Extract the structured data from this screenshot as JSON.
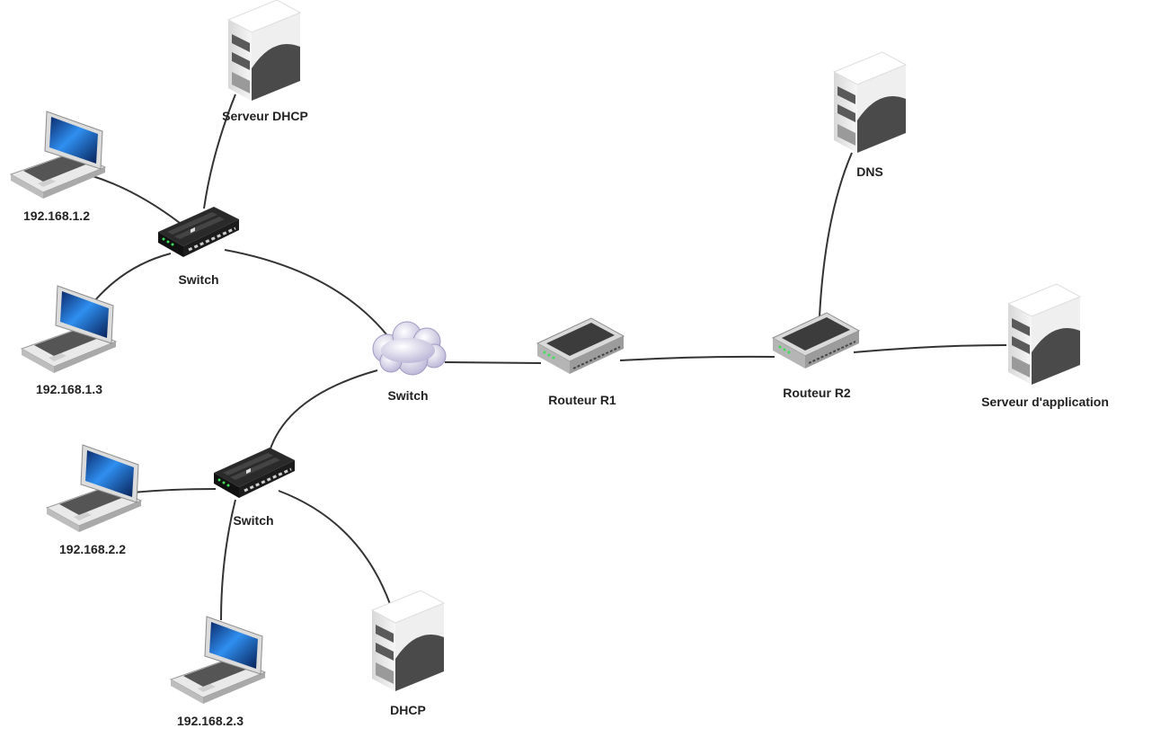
{
  "nodes": {
    "dhcp_server_1": {
      "label": "Serveur DHCP",
      "icon": "server-icon"
    },
    "laptop_1_2": {
      "label": "192.168.1.2",
      "icon": "laptop-icon"
    },
    "laptop_1_3": {
      "label": "192.168.1.3",
      "icon": "laptop-icon"
    },
    "switch_1": {
      "label": "Switch",
      "icon": "switch-icon"
    },
    "cloud_switch": {
      "label": "Switch",
      "icon": "cloud-icon"
    },
    "router_r1": {
      "label": "Routeur R1",
      "icon": "router-icon"
    },
    "router_r2": {
      "label": "Routeur R2",
      "icon": "router-icon"
    },
    "dns_server": {
      "label": "DNS",
      "icon": "server-icon"
    },
    "app_server": {
      "label": "Serveur d'application",
      "icon": "server-icon"
    },
    "switch_2": {
      "label": "Switch",
      "icon": "switch-icon"
    },
    "laptop_2_2": {
      "label": "192.168.2.2",
      "icon": "laptop-icon"
    },
    "laptop_2_3": {
      "label": "192.168.2.3",
      "icon": "laptop-icon"
    },
    "dhcp_server_2": {
      "label": "DHCP",
      "icon": "server-icon"
    }
  },
  "edges": [
    [
      "dhcp_server_1",
      "switch_1"
    ],
    [
      "laptop_1_2",
      "switch_1"
    ],
    [
      "laptop_1_3",
      "switch_1"
    ],
    [
      "switch_1",
      "cloud_switch"
    ],
    [
      "cloud_switch",
      "switch_2"
    ],
    [
      "cloud_switch",
      "router_r1"
    ],
    [
      "router_r1",
      "router_r2"
    ],
    [
      "router_r2",
      "dns_server"
    ],
    [
      "router_r2",
      "app_server"
    ],
    [
      "switch_2",
      "laptop_2_2"
    ],
    [
      "switch_2",
      "laptop_2_3"
    ],
    [
      "switch_2",
      "dhcp_server_2"
    ]
  ],
  "colors": {
    "link": "#333333",
    "screen": "#1a6fd6",
    "server_body": "#e6e6e6",
    "server_dark": "#555555"
  }
}
